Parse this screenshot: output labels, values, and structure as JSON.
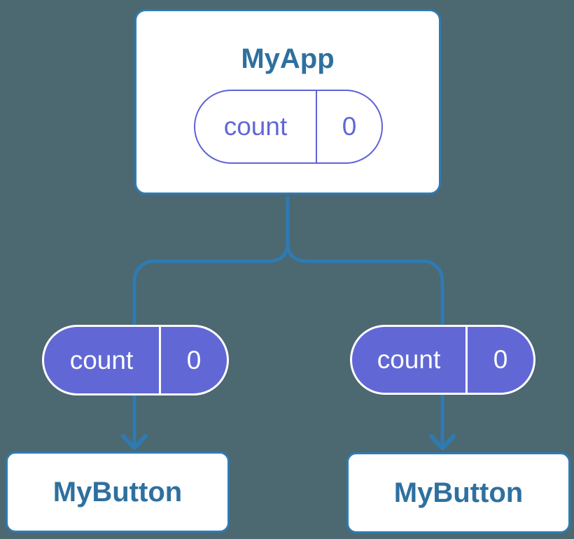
{
  "diagram": {
    "description": "React component tree sharing state",
    "background_color": "#4c6871",
    "colors": {
      "connector_blue": "#2e7bb3",
      "component_text_blue": "#2e709f",
      "state_purple_stroke": "#5f63d4",
      "state_purple_text": "#6267d7",
      "prop_purple_fill": "#6168d6",
      "box_fill": "#ffffff"
    }
  },
  "tree": {
    "root": {
      "title": "MyApp",
      "state": {
        "name": "count",
        "value": "0"
      }
    },
    "children": [
      {
        "title": "MyButton",
        "prop": {
          "name": "count",
          "value": "0"
        }
      },
      {
        "title": "MyButton",
        "prop": {
          "name": "count",
          "value": "0"
        }
      }
    ]
  }
}
